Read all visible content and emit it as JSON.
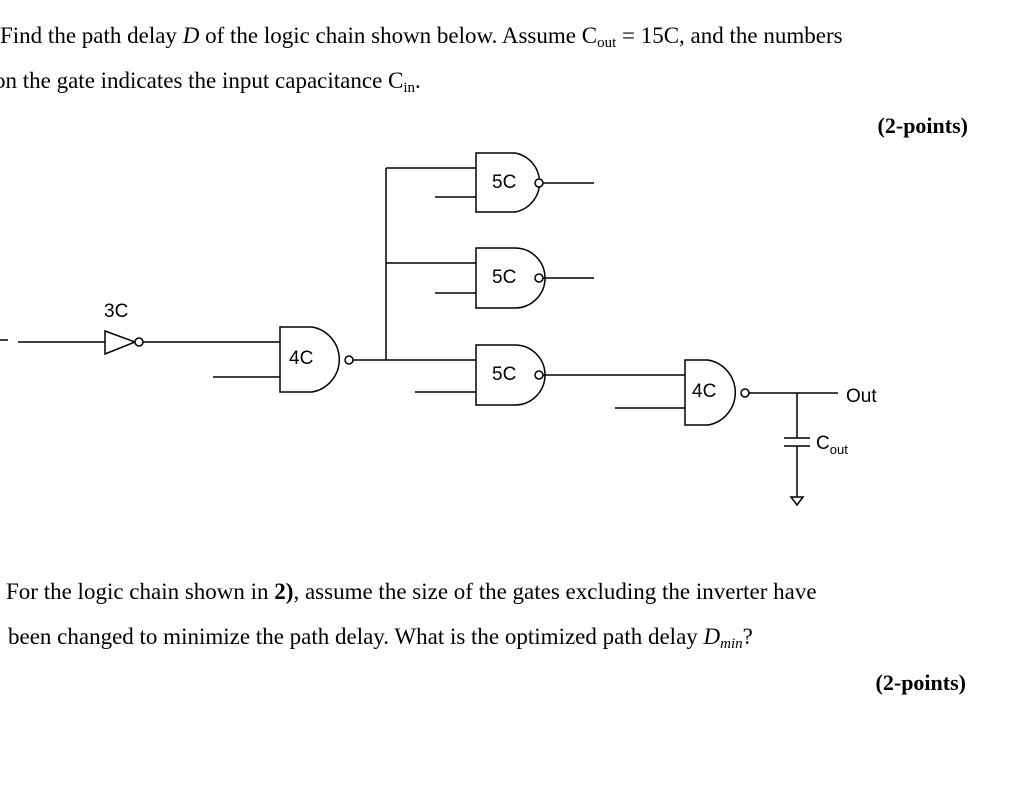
{
  "problem1": {
    "line1": {
      "part_a": "Find the path delay ",
      "italic_var": "D",
      "part_b": " of the logic chain shown below. Assume C",
      "sub_out": "out",
      "part_c": " = 15C, and the numbers"
    },
    "line2": {
      "part_a": "on the gate indicates the input capacitance C",
      "sub_in": "in",
      "part_b": "."
    },
    "points": "(2-points)"
  },
  "circuit": {
    "inverter_label": "3C",
    "nand_first_label": "4C",
    "nand_top_label": "5C",
    "nand_mid_label": "5C",
    "nand_low_label": "5C",
    "nand_last_label": "4C",
    "output_label": "Out",
    "cap_label_main": "C",
    "cap_label_sub": "out"
  },
  "problem2": {
    "line1": {
      "part_a": "For the logic chain shown in ",
      "bold_ref": "2)",
      "part_b": ", assume the size of the gates excluding the inverter have"
    },
    "line2": {
      "part_a": "been changed to minimize the path delay. What is the optimized path delay ",
      "italic_var": "D",
      "sub_var": "min",
      "part_b": "?"
    },
    "points": "(2-points)"
  }
}
